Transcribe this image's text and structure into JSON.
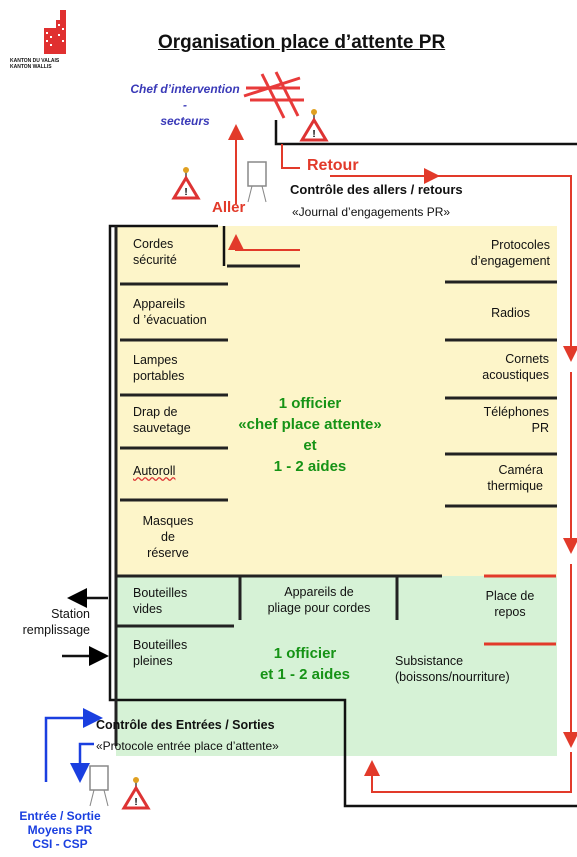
{
  "logo": {
    "line1": "KANTON DU VALAIS",
    "line2": "KANTON WALLIS"
  },
  "title": "Organisation place d’attente PR",
  "chef": {
    "line1": "Chef d’intervention",
    "line2": "-",
    "line3": "secteurs"
  },
  "retour": "Retour",
  "aller": "Aller",
  "control_top": {
    "title": "Contrôle  des allers / retours",
    "subtitle": "«Journal d’engagements PR»"
  },
  "left_items": [
    {
      "l1": "Cordes",
      "l2": "sécurité"
    },
    {
      "l1": "Appareils",
      "l2": "d ’évacuation"
    },
    {
      "l1": "Lampes",
      "l2": "portables"
    },
    {
      "l1": "Drap de",
      "l2": "sauvetage"
    },
    {
      "l1": "Autoroll",
      "l2": ""
    },
    {
      "l1": "Masques",
      "l2": "de",
      "l3": "réserve"
    }
  ],
  "right_items": [
    {
      "l1": "Protocoles",
      "l2": "d’engagement"
    },
    {
      "l1": "Radios",
      "l2": ""
    },
    {
      "l1": "Cornets",
      "l2": "acoustiques"
    },
    {
      "l1": "Téléphones",
      "l2": "PR"
    },
    {
      "l1": "Caméra",
      "l2": "thermique"
    }
  ],
  "center_top": {
    "l1": "1 officier",
    "l2": "«chef place attente»",
    "l3": "et",
    "l4": "1 - 2 aides"
  },
  "green_zone": {
    "vides": {
      "l1": "Bouteilles",
      "l2": "vides"
    },
    "pleines": {
      "l1": "Bouteilles",
      "l2": "pleines"
    },
    "pliage": {
      "l1": "Appareils de",
      "l2": "pliage pour cordes"
    },
    "repos": {
      "l1": "Place de",
      "l2": "repos"
    },
    "subsistance": {
      "l1": "Subsistance",
      "l2": "(boissons/nourriture)"
    },
    "center": {
      "l1": "1 officier",
      "l2": "et 1 - 2 aides"
    }
  },
  "station": {
    "l1": "Station",
    "l2": "remplissage"
  },
  "control_bottom": {
    "title": "Contrôle des Entrées / Sorties",
    "subtitle": "«Protocole entrée place d’attente»"
  },
  "entry": {
    "l1": "Entrée / Sortie",
    "l2": "Moyens PR",
    "l3": "CSI - CSP"
  },
  "colors": {
    "red": "#e23a2a",
    "blue": "#1a3fe0",
    "green_text": "#169316",
    "yellow_zone": "#fdf5c9",
    "green_zone": "#d6f2d6"
  }
}
